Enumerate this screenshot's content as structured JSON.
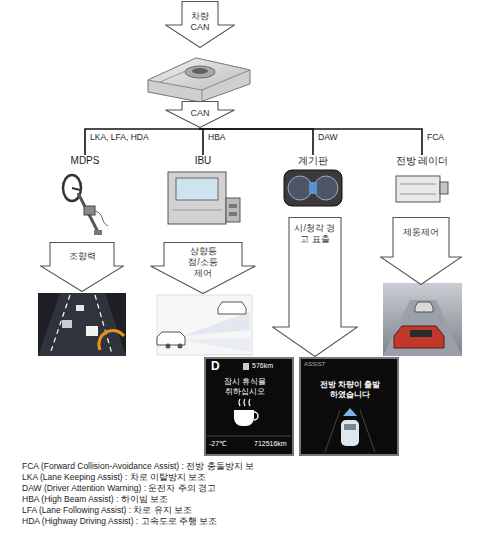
{
  "diagram": {
    "nodes": [
      {
        "text": [
          "차량 CAN"
        ]
      },
      {
        "text": [
          "CAN"
        ]
      },
      {
        "text": [
          "MDPS"
        ]
      },
      {
        "text": [
          "IBU"
        ]
      },
      {
        "text": [
          "계기판"
        ]
      },
      {
        "text": [
          "전방 레이더"
        ]
      },
      {
        "text": [
          "조향력"
        ]
      },
      {
        "text": [
          "상향등 점/소등 제어"
        ]
      },
      {
        "text": [
          "시/청각 경고 표출"
        ]
      },
      {
        "text": [
          "제동제어"
        ]
      }
    ],
    "edges": [
      {
        "from": 1,
        "to": 2,
        "label": "LKA, LFA, HDA",
        "arrow": "none"
      },
      {
        "from": 1,
        "to": 3,
        "label": "HBA",
        "arrow": "none"
      },
      {
        "from": 1,
        "to": 4,
        "label": "DAW",
        "arrow": "none"
      },
      {
        "from": 1,
        "to": 5,
        "label": "FCA",
        "arrow": "none"
      }
    ],
    "labels": [
      "D",
      "576km",
      "잠시 휴식을 취하십시오",
      "-27℃",
      "712516km",
      "ASSIST",
      "전방 차량이 출발하였습니다",
      "FCA (Forward Collision-Avoidance Assist) : 전방 충돌방지 보",
      "LKA (Lane Keeping Assist) : 차로 이탈방지 보조",
      "DAW (Driver Attention Warning) : 운전자 주의 경고",
      "HBA (High Beam Assist) : 하이빔 보조",
      "LFA (Lane Following Assist) : 차로 유지 보조",
      "HDA (Highway Driving Assist) : 고속도로 주행 보조"
    ]
  }
}
